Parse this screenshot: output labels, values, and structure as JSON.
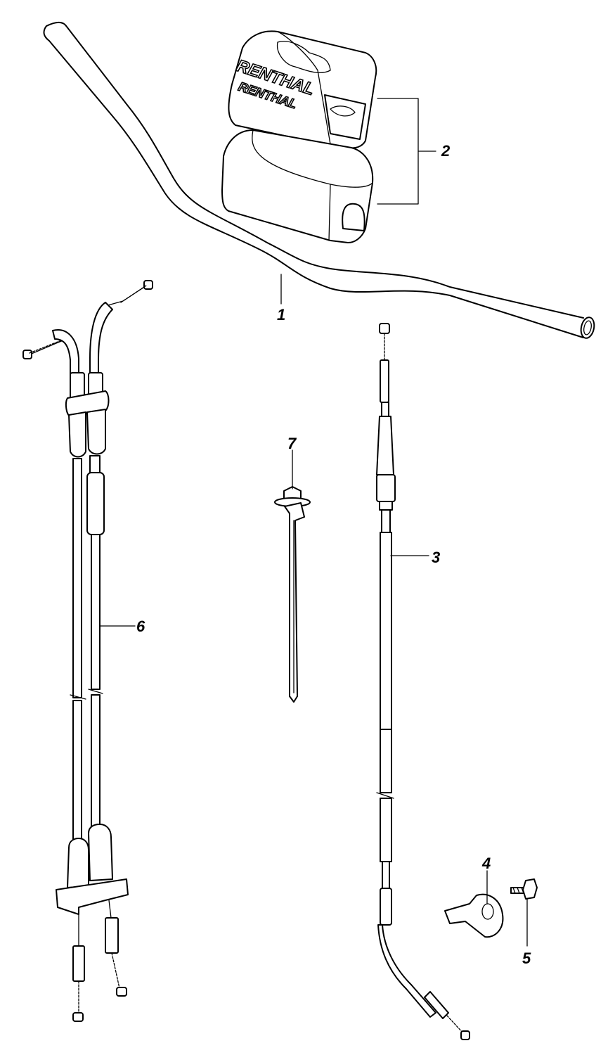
{
  "callouts": {
    "handlebar": "1",
    "handlebar_pad": "2",
    "clutch_cable": "3",
    "clamp": "4",
    "bolt": "5",
    "throttle_cable": "6",
    "cable_tie": "7"
  },
  "pad_logo": {
    "line1": "RENTHAL",
    "line2": "RENTHAL"
  }
}
